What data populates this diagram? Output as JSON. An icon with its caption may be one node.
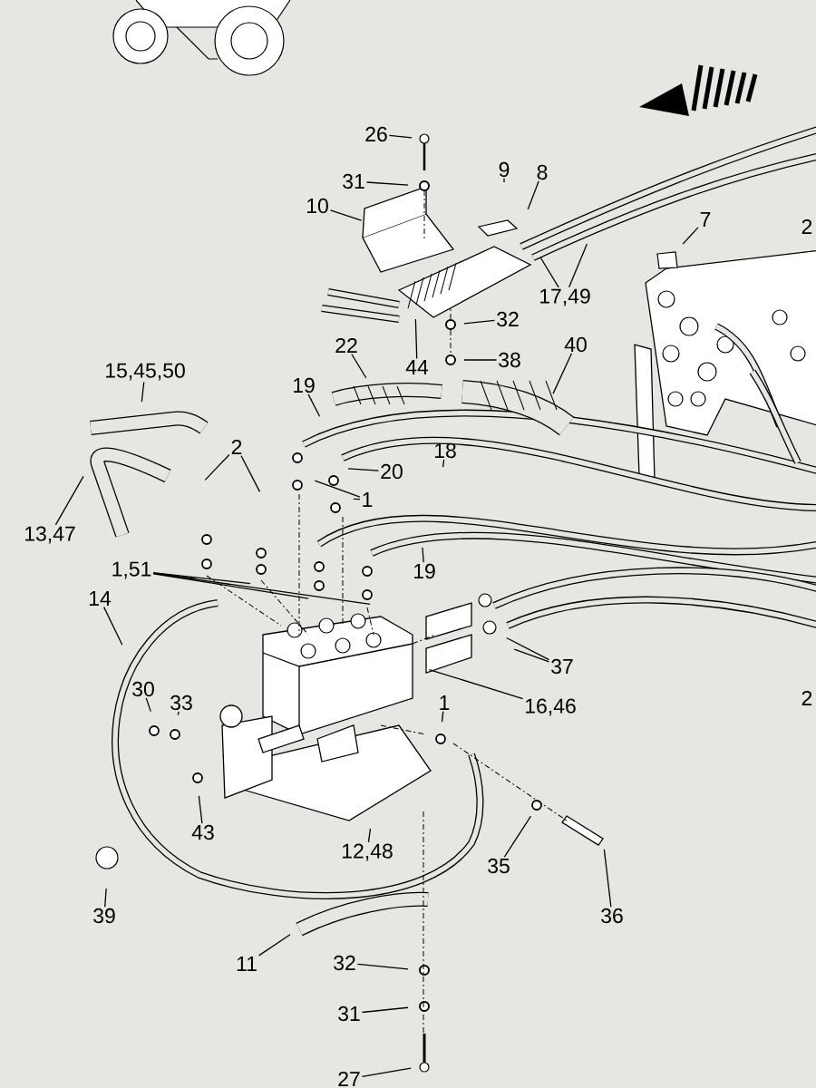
{
  "diagram": {
    "nodes": [
      {
        "text": [
          "26"
        ]
      },
      {
        "text": [
          "31"
        ]
      },
      {
        "text": [
          "10"
        ]
      },
      {
        "text": [
          "9"
        ]
      },
      {
        "text": [
          "8"
        ]
      },
      {
        "text": [
          "7"
        ]
      },
      {
        "text": [
          "17,49"
        ]
      },
      {
        "text": [
          "32"
        ]
      },
      {
        "text": [
          "44"
        ]
      },
      {
        "text": [
          "38"
        ]
      },
      {
        "text": [
          "22"
        ]
      },
      {
        "text": [
          "40"
        ]
      },
      {
        "text": [
          "15,45,50"
        ]
      },
      {
        "text": [
          "19"
        ]
      },
      {
        "text": [
          "2"
        ]
      },
      {
        "text": [
          "20"
        ]
      },
      {
        "text": [
          "18"
        ]
      },
      {
        "text": [
          "1"
        ]
      },
      {
        "text": [
          "13,47"
        ]
      },
      {
        "text": [
          "1,51"
        ]
      },
      {
        "text": [
          "19"
        ]
      },
      {
        "text": [
          "14"
        ]
      },
      {
        "text": [
          "37"
        ]
      },
      {
        "text": [
          "30"
        ]
      },
      {
        "text": [
          "33"
        ]
      },
      {
        "text": [
          "1"
        ]
      },
      {
        "text": [
          "16,46"
        ]
      },
      {
        "text": [
          "43"
        ]
      },
      {
        "text": [
          "12,48"
        ]
      },
      {
        "text": [
          "35"
        ]
      },
      {
        "text": [
          "36"
        ]
      },
      {
        "text": [
          "39"
        ]
      },
      {
        "text": [
          "11"
        ]
      },
      {
        "text": [
          "32"
        ]
      },
      {
        "text": [
          "31"
        ]
      },
      {
        "text": [
          "27"
        ]
      }
    ],
    "edges": [
      {
        "from": 0,
        "to": null,
        "arrow": "none"
      },
      {
        "from": 1,
        "to": null,
        "arrow": "none"
      },
      {
        "from": 2,
        "to": null,
        "arrow": "none"
      },
      {
        "from": 3,
        "to": null,
        "arrow": "none"
      },
      {
        "from": 4,
        "to": null,
        "arrow": "none"
      },
      {
        "from": 5,
        "to": null,
        "arrow": "none"
      },
      {
        "from": 6,
        "to": null,
        "arrow": "none"
      },
      {
        "from": 6,
        "to": null,
        "arrow": "none"
      },
      {
        "from": 7,
        "to": null,
        "arrow": "none"
      },
      {
        "from": 8,
        "to": null,
        "arrow": "none"
      },
      {
        "from": 9,
        "to": null,
        "arrow": "none"
      },
      {
        "from": 10,
        "to": null,
        "arrow": "none"
      },
      {
        "from": 11,
        "to": null,
        "arrow": "none"
      },
      {
        "from": 12,
        "to": null,
        "arrow": "none"
      },
      {
        "from": 13,
        "to": null,
        "arrow": "none"
      },
      {
        "from": 14,
        "to": null,
        "arrow": "none"
      },
      {
        "from": 14,
        "to": null,
        "arrow": "none"
      },
      {
        "from": 15,
        "to": null,
        "arrow": "none"
      },
      {
        "from": 16,
        "to": null,
        "arrow": "none"
      },
      {
        "from": 17,
        "to": null,
        "arrow": "none"
      },
      {
        "from": 17,
        "to": null,
        "arrow": "none"
      },
      {
        "from": 18,
        "to": null,
        "arrow": "none"
      },
      {
        "from": 19,
        "to": null,
        "arrow": "none"
      },
      {
        "from": 19,
        "to": null,
        "arrow": "none"
      },
      {
        "from": 19,
        "to": null,
        "arrow": "none"
      },
      {
        "from": 19,
        "to": null,
        "arrow": "none"
      },
      {
        "from": 20,
        "to": null,
        "arrow": "none"
      },
      {
        "from": 21,
        "to": null,
        "arrow": "none"
      },
      {
        "from": 22,
        "to": null,
        "arrow": "none"
      },
      {
        "from": 22,
        "to": null,
        "arrow": "none"
      },
      {
        "from": 23,
        "to": null,
        "arrow": "none"
      },
      {
        "from": 24,
        "to": null,
        "arrow": "none"
      },
      {
        "from": 25,
        "to": null,
        "arrow": "none"
      },
      {
        "from": 26,
        "to": null,
        "arrow": "none"
      },
      {
        "from": 27,
        "to": null,
        "arrow": "none"
      },
      {
        "from": 28,
        "to": null,
        "arrow": "none"
      },
      {
        "from": 29,
        "to": null,
        "arrow": "none"
      },
      {
        "from": 30,
        "to": null,
        "arrow": "none"
      },
      {
        "from": 31,
        "to": null,
        "arrow": "none"
      },
      {
        "from": 32,
        "to": null,
        "arrow": "none"
      },
      {
        "from": 33,
        "to": null,
        "arrow": "none"
      },
      {
        "from": 34,
        "to": null,
        "arrow": "none"
      },
      {
        "from": 35,
        "to": null,
        "arrow": "none"
      }
    ],
    "labels": [
      "2",
      "2"
    ]
  }
}
